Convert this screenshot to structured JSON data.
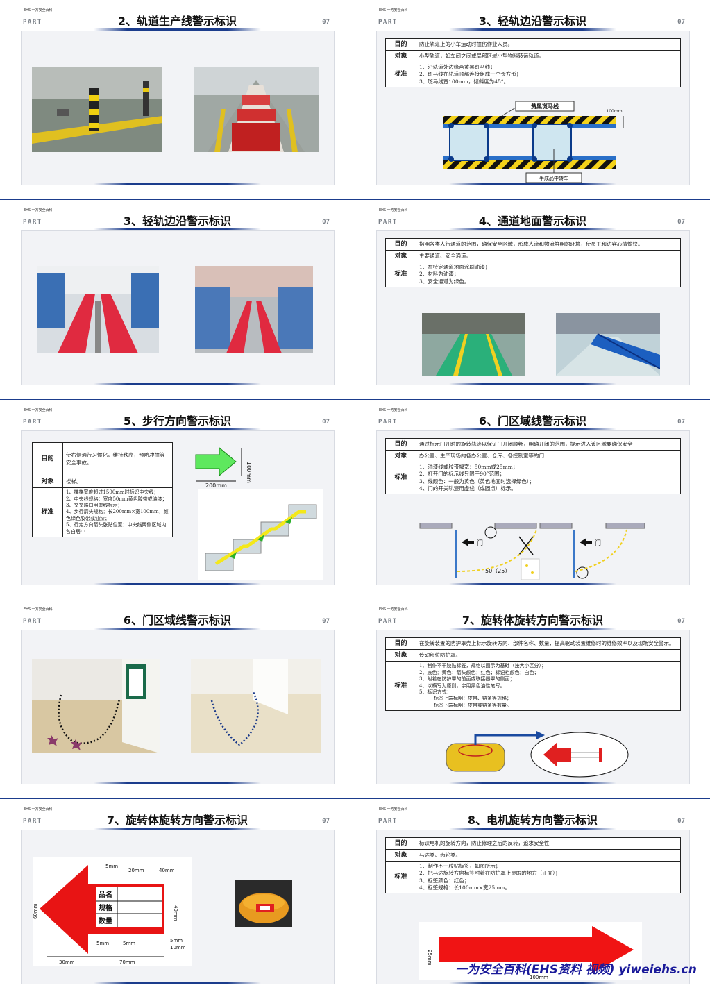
{
  "brand": {
    "logo": "EHS 一方安全百科",
    "part": "PART",
    "page_no": "07"
  },
  "slides": [
    {
      "title": "2、轨道生产线警示标识"
    },
    {
      "title": "3、轻轨边沿警示标识",
      "rows": [
        {
          "k": "目的",
          "v": "防止轨道上的小车运动时撞伤作业人员。"
        },
        {
          "k": "对象",
          "v": "小型轨道，如车间之间或局部区域小型物料转运轨道。"
        },
        {
          "k": "标准",
          "v": "1、沿轨道外边缘画黄黑斑马线；\n2、斑马线在轨道顶部连接组成一个长方形；\n3、斑马线宽100mm，倾斜度为45°。"
        }
      ],
      "labels": {
        "zebra": "黄黑斑马线",
        "dim": "100mm",
        "cart": "半成品中转车"
      }
    },
    {
      "title": "3、轻轨边沿警示标识"
    },
    {
      "title": "4、通道地面警示标识",
      "rows": [
        {
          "k": "目的",
          "v": "指明各类人行通道的范围，确保安全区域，形成人流和物流鲜明的环境，使员工和访客心情愉快。"
        },
        {
          "k": "对象",
          "v": "主要通道、安全通道。"
        },
        {
          "k": "标准",
          "v": "1、在特定通道地面涂刷油漆；\n2、材料为油漆；\n3、安全通道为绿色。"
        }
      ]
    },
    {
      "title": "5、步行方向警示标识",
      "rows": [
        {
          "k": "目的",
          "v": "使右侧通行习惯化，维持秩序，预防冲撞等安全事故。"
        },
        {
          "k": "对象",
          "v": "楼梯。"
        },
        {
          "k": "标准",
          "v": "1、楼梯宽度超过1500mm时标识中央线；\n2、中央线规格：宽度50mm黄色胶带或油漆；\n3、交叉路口用虚线标示；\n4、步行箭头规格：长200mm×宽100mm，颜色绿色胶带或油漆；\n5、行走方向箭头张贴位置：中央线两侧区域内各自居中"
        }
      ],
      "labels": {
        "w": "200mm",
        "h": "100mm"
      }
    },
    {
      "title": "6、门区域线警示标识",
      "rows": [
        {
          "k": "目的",
          "v": "通过标示门开时的旋转轨迹以保证门开闭顺畅，明确开闭的范围，提示进入该区域要确保安全"
        },
        {
          "k": "对象",
          "v": "办公室、生产现场的各办公室、仓库、各控制室等的门"
        },
        {
          "k": "标准",
          "v": "1、油漆线或胶带幅宽：50mm或25mm；\n2、打开门的标示线只限于90°范围；\n3、线颜色：一般为黄色（黄色地面时选择绿色）；\n4、门的开关轨迹用虚线（或圆点）标示。"
        }
      ],
      "labels": {
        "door": "门",
        "dim": "50（25）"
      }
    },
    {
      "title": "6、门区域线警示标识"
    },
    {
      "title": "7、旋转体旋转方向警示标识",
      "rows": [
        {
          "k": "目的",
          "v": "在旋转装置的防护罩壳上标示旋转方向、部件名称、数量，提高驱动装置维修时的维修效率以及现场安全警示。"
        },
        {
          "k": "对象",
          "v": "传动部位防护罩。"
        },
        {
          "k": "标准",
          "v": "1、制作不干胶贴标签，规格以图示为基础（按大小区分）；\n2、底色：黄色；箭头颜色：红色；标记栏颜色：白色；\n3、附着在防护罩的前面或联接器罩的侧面；\n4、以横写为原则，字用黑色油性笔写。\n5、标识方式：\n　　　标签上端标明：皮带、链条等规格；\n　　　标签下端标明：皮带或链条等数量。"
        }
      ]
    },
    {
      "title": "7、旋转体旋转方向警示标识",
      "labels": {
        "name": "品名",
        "spec": "规格",
        "qty": "数量",
        "d5a": "5mm",
        "d20": "20mm",
        "d40a": "40mm",
        "d40b": "40mm",
        "d60": "60mm",
        "d5b": "5mm",
        "d5c": "5mm",
        "d5d": "5mm",
        "d10": "10mm",
        "d30": "30mm",
        "d70": "70mm"
      }
    },
    {
      "title": "8、电机旋转方向警示标识",
      "rows": [
        {
          "k": "目的",
          "v": "标识电机的旋转方向，防止修理之后的反转，追求安全性"
        },
        {
          "k": "对象",
          "v": "马达类、齿轮类。"
        },
        {
          "k": "标准",
          "v": "1、制作不干胶贴标签，如图所示；\n2、把马达旋转方向标签附着在防护罩上显眼的地方（正面）；\n3、标签颜色：红色；\n4、标签规格：长100mm×宽25mm。"
        }
      ],
      "labels": {
        "h": "25mm",
        "w": "100mm"
      }
    }
  ],
  "watermark": "一为安全百科(EHS资料 视频) yiweiehs.cn"
}
